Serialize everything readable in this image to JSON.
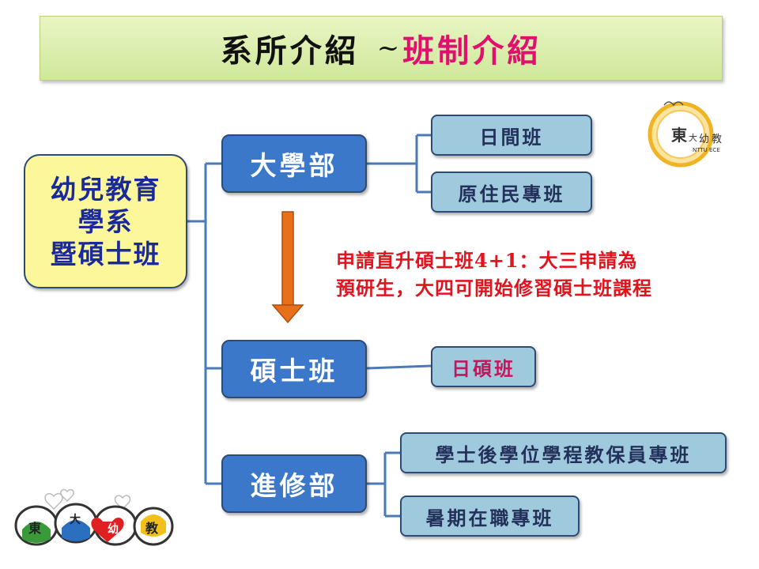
{
  "title": {
    "main": "系所介紹",
    "tilde": "~",
    "sub": "班制介紹"
  },
  "root": {
    "line1": "幼兒教育",
    "line2": "學系",
    "line3": "暨碩士班"
  },
  "departments": {
    "undergrad": "大學部",
    "master": "碩士班",
    "extension": "進修部"
  },
  "programs": {
    "day": "日間班",
    "indigenous": "原住民專班",
    "day_master": "日碩班",
    "postbacc": "學士後學位學程教保員專班",
    "summer": "暑期在職專班"
  },
  "note": {
    "line1": "申請直升碩士班4+1：大三申請為",
    "line2": "預研生，大四可開始修習碩士班課程"
  },
  "logo_top": {
    "char1": "東",
    "char2": "大",
    "char3": "幼",
    "char4": "教",
    "caption": "NTTU ECE"
  },
  "logo_bottom": {
    "c1": "東",
    "c2": "大",
    "c3": "幼",
    "c4": "教"
  },
  "colors": {
    "title_sub": "#e0106e",
    "dept_fill": "#3b78c9",
    "sub_fill": "#9fc9dc",
    "root_fill": "#fcf79a",
    "arrow": "#e8701a",
    "note": "#e0141e"
  }
}
